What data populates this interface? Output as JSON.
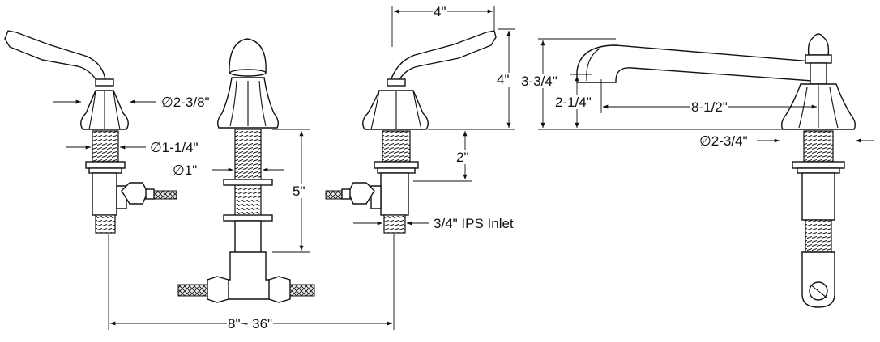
{
  "dimensions": {
    "handle_escutcheon_dia": "∅2-3/8\"",
    "shank_dia_left": "∅1-1/4\"",
    "shank_dia_center": "∅1\"",
    "shank_length": "5\"",
    "handle_reach": "4\"",
    "handle_height": "4\"",
    "riser_height": "2\"",
    "inlet": "3/4\" IPS Inlet",
    "spread": "8\"~ 36\"",
    "spout_height": "3-3/4\"",
    "spout_clearance": "2-1/4\"",
    "spout_reach": "8-1/2\"",
    "spout_base_dia": "∅2-3/4\""
  }
}
